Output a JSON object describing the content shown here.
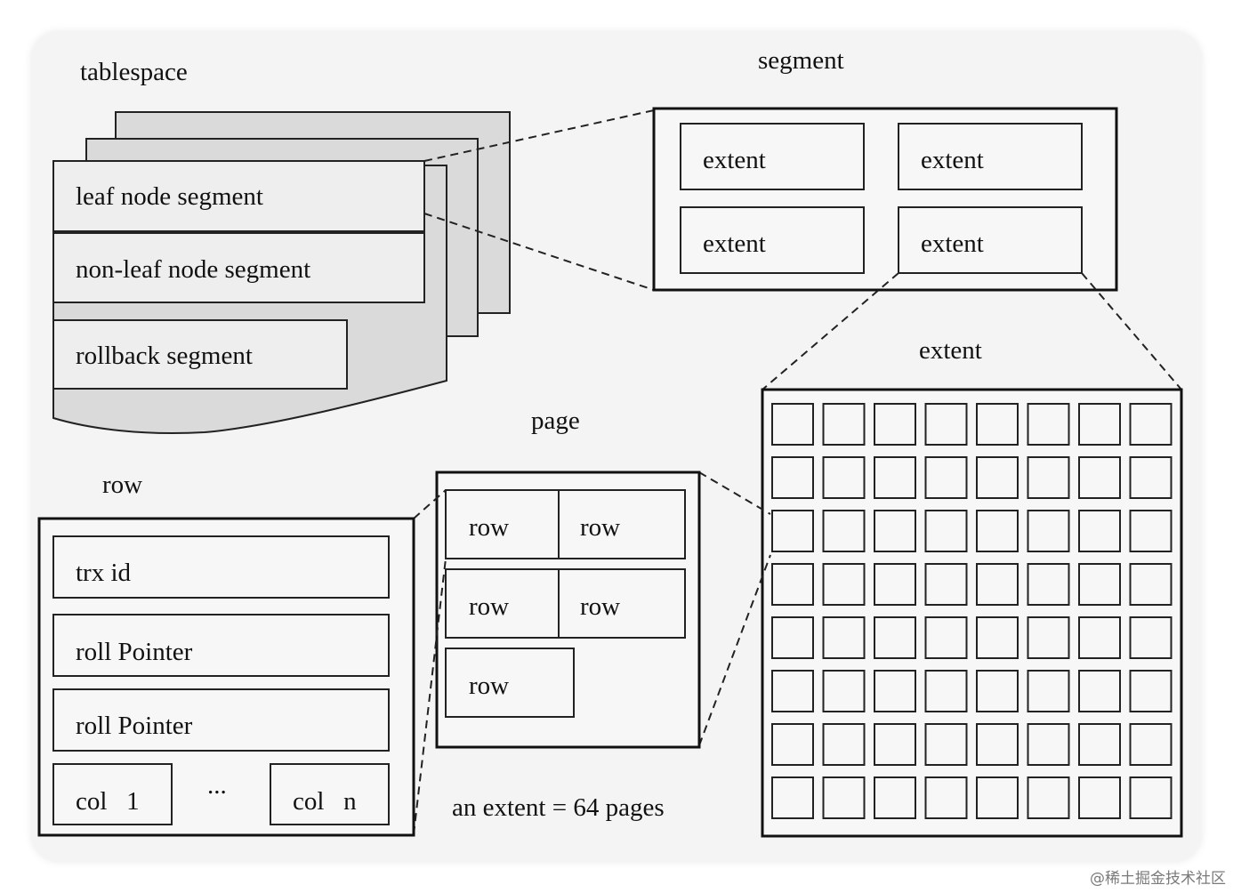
{
  "tablespace": {
    "title": "tablespace",
    "segments": [
      "leaf node segment",
      "non-leaf node segment",
      "rollback segment"
    ]
  },
  "segment": {
    "title": "segment",
    "extents": [
      "extent",
      "extent",
      "extent",
      "extent"
    ]
  },
  "extent": {
    "title": "extent",
    "rows": 8,
    "cols": 8
  },
  "page": {
    "title": "page",
    "rows": [
      "row",
      "row",
      "row",
      "row",
      "row"
    ]
  },
  "row": {
    "title": "row",
    "fields": [
      "trx id",
      "roll Pointer",
      "roll Pointer"
    ],
    "col_first": "col   1",
    "ellipsis": "...",
    "col_last": "col   n"
  },
  "caption": "an extent = 64 pages",
  "watermark": "@稀土掘金技术社区"
}
